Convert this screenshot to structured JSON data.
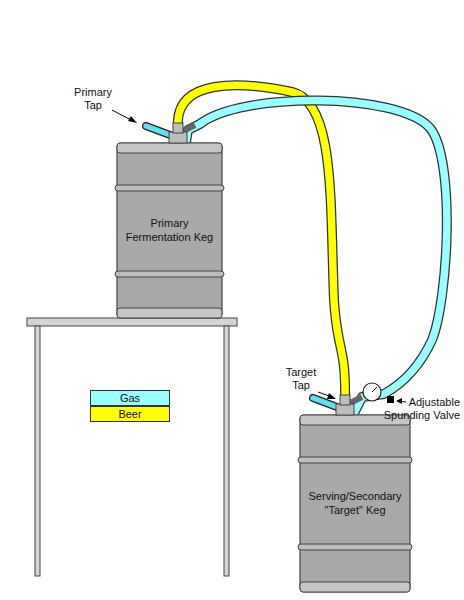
{
  "diagram": {
    "nodes": [
      {
        "text": [
          "Primary Fermentation Keg"
        ]
      },
      {
        "text": [
          "Serving/Secondary \"Target\" Keg"
        ]
      }
    ],
    "edges": [
      {
        "from": 0,
        "to": 1,
        "arrow": "none"
      },
      {
        "from": 0,
        "to": 1,
        "arrow": "none"
      }
    ],
    "labels": [
      "Primary Tap",
      "Target Tap",
      "Adjustable Spunding Valve"
    ],
    "legend": [
      {
        "text": "Gas",
        "color": "#99ffff"
      },
      {
        "text": "Beer",
        "color": "#ffff00"
      }
    ]
  }
}
